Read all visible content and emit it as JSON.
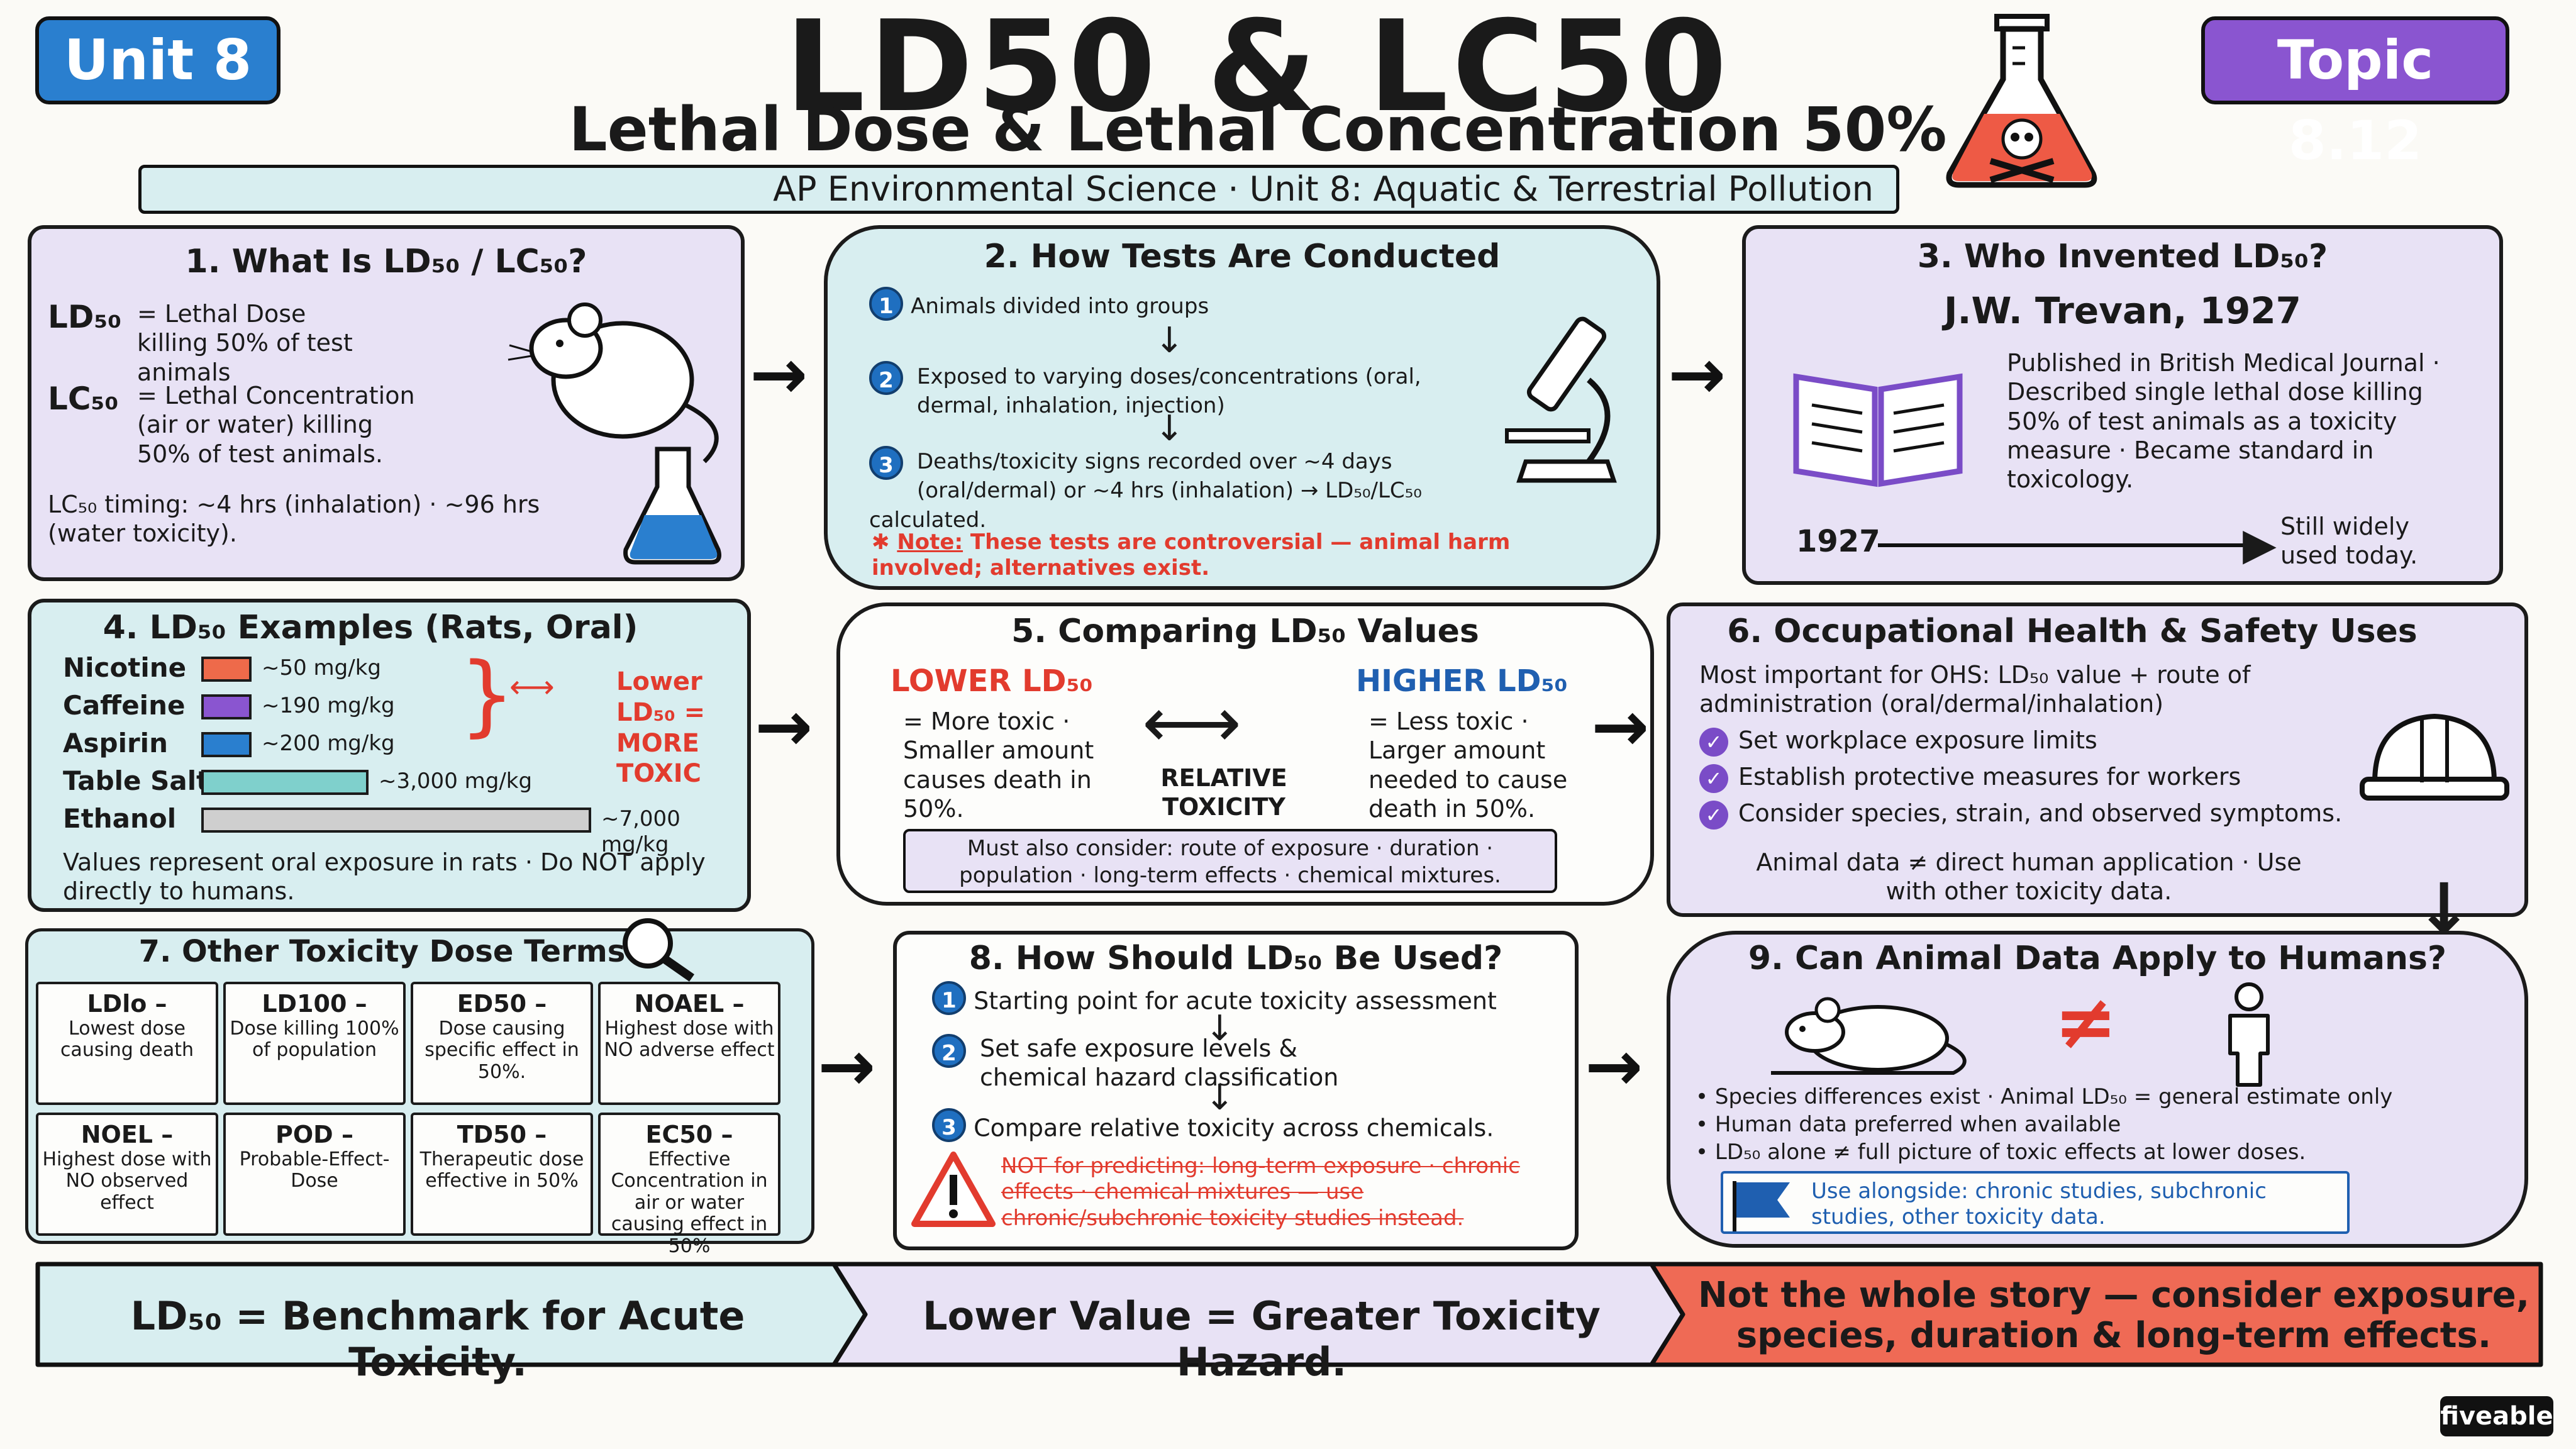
{
  "header": {
    "unit_badge": "Unit 8",
    "topic_badge": "Topic 8.12",
    "title": "LD50 & LC50",
    "subtitle": "Lethal Dose & Lethal Concentration 50%",
    "course_bar": "AP Environmental Science · Unit 8: Aquatic & Terrestrial Pollution"
  },
  "s1": {
    "title": "1. What Is LD₅₀ / LC₅₀?",
    "ld_term": "LD₅₀",
    "ld_def": "= Lethal Dose killing 50% of test animals",
    "lc_term": "LC₅₀",
    "lc_def": "= Lethal Concentration (air or water) killing 50% of test animals.",
    "timing": "LC₅₀ timing: ~4 hrs (inhalation) · ~96 hrs (water toxicity)."
  },
  "s2": {
    "title": "2. How Tests Are Conducted",
    "steps": [
      "Animals divided into groups",
      "Exposed to varying doses/concentrations (oral, dermal, inhalation, injection)",
      "Deaths/toxicity signs recorded over ~4 days (oral/dermal) or ~4 hrs (inhalation) → LD₅₀/LC₅₀ calculated."
    ],
    "note_label": "Note:",
    "note_text": "These tests are controversial — animal harm involved; alternatives exist."
  },
  "s3": {
    "title": "3. Who Invented LD₅₀?",
    "name": "J.W. Trevan, 1927",
    "text": "Published in British Medical Journal · Described single lethal dose killing 50% of test animals as a toxicity measure · Became standard in toxicology.",
    "year": "1927",
    "end": "Still widely used today."
  },
  "s4": {
    "title": "4. LD₅₀ Examples (Rats, Oral)",
    "callout": "Lower LD₅₀ = MORE TOXIC",
    "footnote": "Values represent oral exposure in rats · Do NOT apply directly to humans."
  },
  "chart_data": {
    "type": "bar",
    "categories": [
      "Nicotine",
      "Caffeine",
      "Aspirin",
      "Table Salt",
      "Ethanol"
    ],
    "values": [
      50,
      190,
      200,
      3000,
      7000
    ],
    "value_labels": [
      "~50 mg/kg",
      "~190 mg/kg",
      "~200 mg/kg",
      "~3,000 mg/kg",
      "~7,000 mg/kg"
    ],
    "colors": [
      "#ee6a4a",
      "#8a55d0",
      "#2a7fcf",
      "#7fd0cc",
      "#cfcfcf"
    ]
  },
  "s5": {
    "title": "5. Comparing LD₅₀ Values",
    "lower_head": "LOWER LD₅₀",
    "lower_text": "= More toxic · Smaller amount causes death in 50%.",
    "higher_head": "HIGHER LD₅₀",
    "higher_text": "= Less toxic · Larger amount needed to cause death in 50%.",
    "middle": "RELATIVE TOXICITY",
    "consider": "Must also consider: route of exposure · duration · population · long-term effects · chemical mixtures."
  },
  "s6": {
    "title": "6. Occupational Health & Safety Uses",
    "intro": "Most important for OHS: LD₅₀ value + route of administration (oral/dermal/inhalation)",
    "items": [
      "Set workplace exposure limits",
      "Establish protective measures for workers",
      "Consider species, strain, and observed symptoms."
    ],
    "footer": "Animal data ≠ direct human application · Use with other toxicity data."
  },
  "s7": {
    "title": "7. Other Toxicity Dose Terms",
    "cells": [
      {
        "term": "LDlo –",
        "def": "Lowest dose causing death"
      },
      {
        "term": "LD100 –",
        "def": "Dose killing 100% of population"
      },
      {
        "term": "ED50 –",
        "def": "Dose causing specific effect in 50%."
      },
      {
        "term": "NOAEL –",
        "def": "Highest dose with NO adverse effect"
      },
      {
        "term": "NOEL –",
        "def": "Highest dose with NO observed effect"
      },
      {
        "term": "POD –",
        "def": "Probable-Effect-Dose"
      },
      {
        "term": "TD50 –",
        "def": "Therapeutic dose effective in 50%"
      },
      {
        "term": "EC50 –",
        "def": "Effective Concentration in air or water causing effect in 50%"
      }
    ]
  },
  "s8": {
    "title": "8. How Should LD₅₀ Be Used?",
    "steps": [
      "Starting point for acute toxicity assessment",
      "Set safe exposure levels & chemical hazard classification",
      "Compare relative toxicity across chemicals."
    ],
    "warning": "NOT for predicting: long-term exposure · chronic effects · chemical mixtures — use chronic/subchronic toxicity studies instead."
  },
  "s9": {
    "title": "9. Can Animal Data Apply to Humans?",
    "neq": "≠",
    "bullets": [
      "Species differences exist · Animal LD₅₀ = general estimate only",
      "Human data preferred when available",
      "LD₅₀ alone ≠ full picture of toxic effects at lower doses."
    ],
    "use": "Use alongside: chronic studies, subchronic studies, other toxicity data."
  },
  "footer": {
    "a": "LD₅₀ = Benchmark for Acute Toxicity.",
    "b": "Lower Value = Greater Toxicity Hazard.",
    "c": "Not the whole story — consider exposure, species, duration & long-term effects."
  },
  "brand": "fiveable"
}
